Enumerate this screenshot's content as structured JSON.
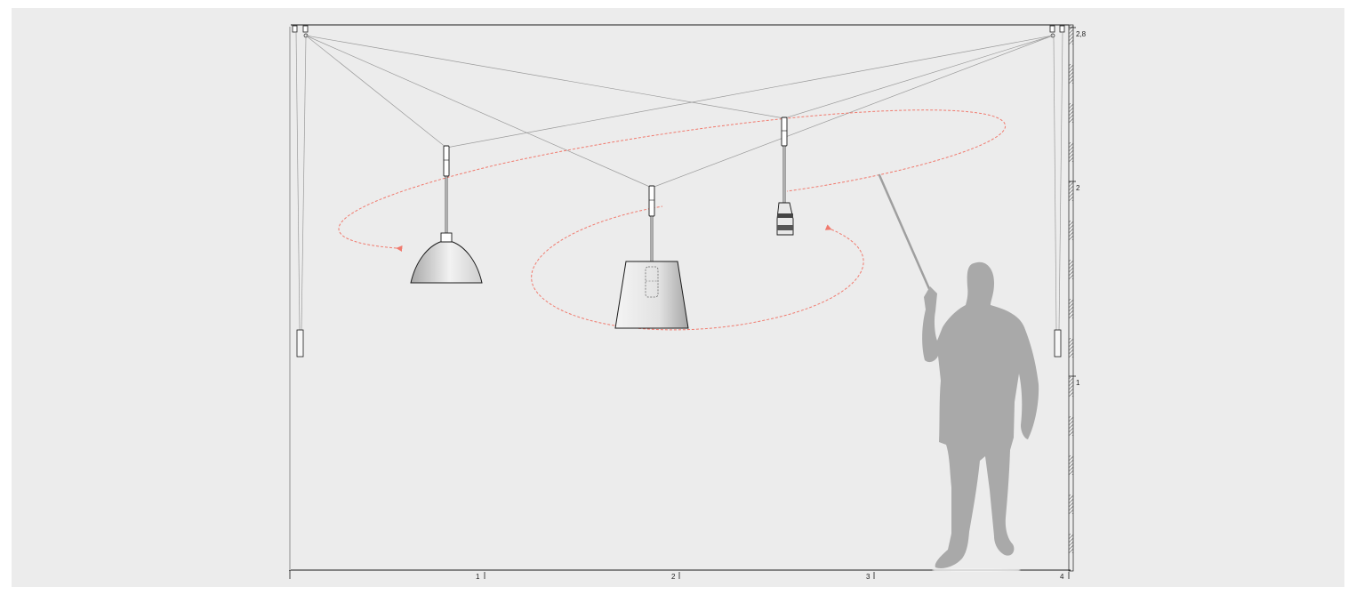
{
  "x_axis": {
    "ticks": [
      "1",
      "2",
      "3",
      "4"
    ]
  },
  "y_axis": {
    "ticks": [
      "2,8",
      "2",
      "1"
    ]
  },
  "colors": {
    "background": "#ececec",
    "line": "#1a1a1a",
    "cable": "#9a9a9a",
    "motion_path": "#f07a6e",
    "silhouette": "#a9a9a9",
    "shade_light": "#f2f2f2",
    "shade_dark": "#a8a8a8"
  },
  "elements": {
    "lamps": [
      "bell-shade-pendant",
      "drum-shade-pendant",
      "spot-pendant"
    ],
    "figure": "person-with-pointer-silhouette"
  }
}
